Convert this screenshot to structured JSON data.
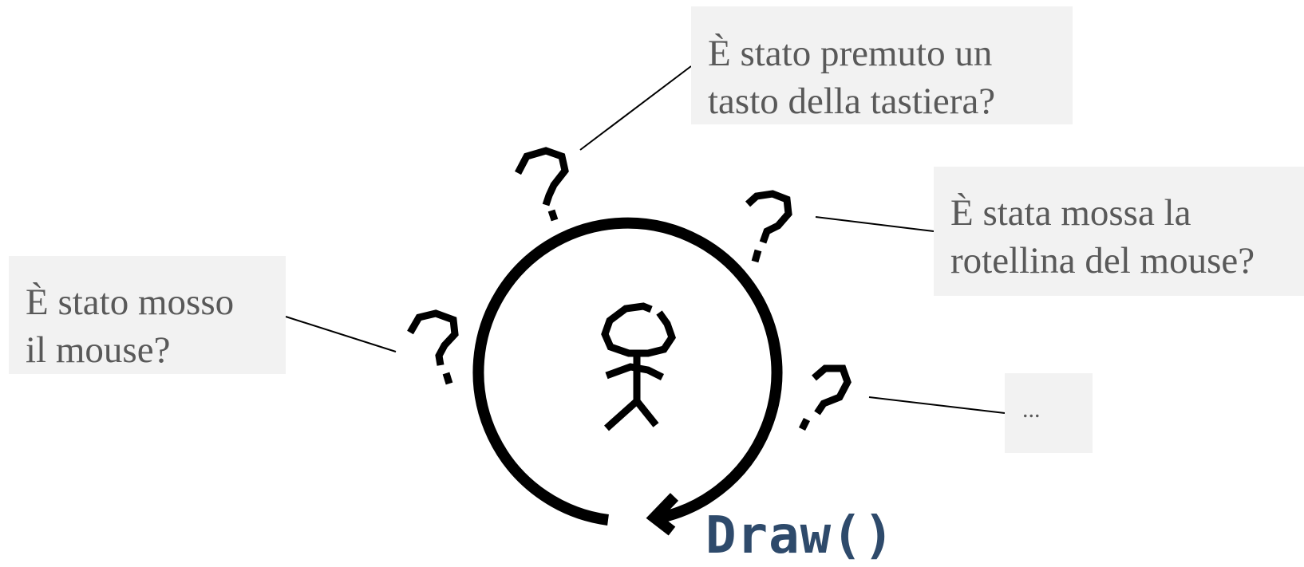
{
  "callouts": {
    "keyboard": "È stato premuto un\ntasto della tastiera?",
    "wheel": "È stata mossa la\nrotellina del mouse?",
    "mouse": "È stato mosso\nil mouse?",
    "more": "..."
  },
  "loop_label": "Draw()",
  "icons": {
    "loop": "circular-arrow-icon",
    "figure": "stick-figure-icon",
    "question": "question-mark-icon"
  },
  "colors": {
    "box_background": "#f2f2f2",
    "callout_text": "#595959",
    "loop_label": "#2e4a6b",
    "ink": "#000000"
  }
}
